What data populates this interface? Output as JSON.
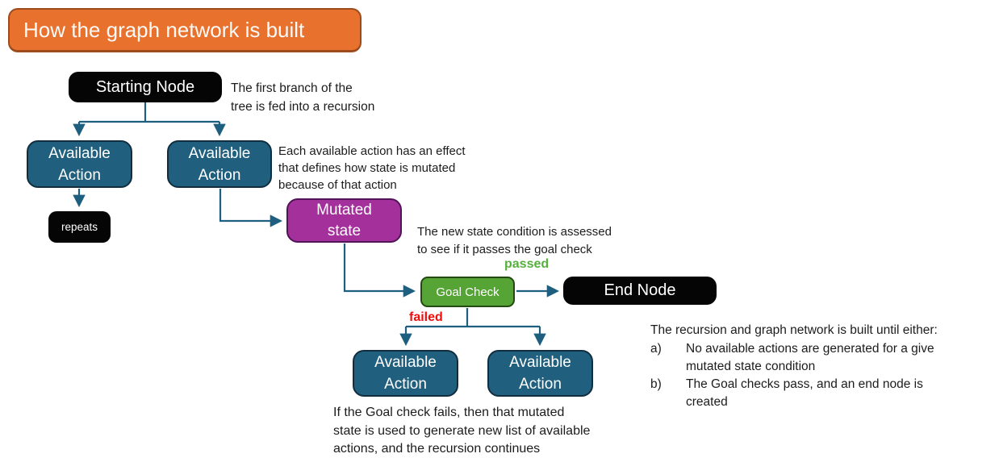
{
  "title": "How the graph network is built",
  "colors": {
    "orange-fill": "#E8722D",
    "orange-border": "#9D4B1D",
    "teal-fill": "#20607E",
    "teal-border": "#102E3F",
    "purple-fill": "#A3309B",
    "purple-border": "#531358",
    "green-fill": "#55A435",
    "green-border": "#234A10",
    "node-black": "#050505",
    "connector": "#1E5F80",
    "passed-green": "#56B03C",
    "failed-red": "#F20D0D",
    "text-dark": "#1C1C1C"
  },
  "nodes": {
    "starting": "Starting Node",
    "available_action": "Available Action",
    "repeats": "repeats",
    "mutated_state": "Mutated state",
    "goal_check": "Goal Check",
    "end": "End Node"
  },
  "edge_labels": {
    "passed": "passed",
    "failed": "failed"
  },
  "annotations": {
    "first_branch": "The first branch of the\ntree is fed into a recursion",
    "effect": "Each available action has an effect\nthat defines how state is mutated\nbecause of that action",
    "assessed": "The new state condition is assessed\nto see if it passes the goal check",
    "fails": "If the Goal check fails, then that mutated\nstate is used to generate new list of available\nactions, and the recursion continues",
    "until": {
      "intro": "The recursion and graph network is built until either:",
      "items": [
        {
          "marker": "a)",
          "text": "No available actions are generated for a give\nmutated state condition"
        },
        {
          "marker": "b)",
          "text": "The Goal checks pass, and an end node is\ncreated"
        }
      ]
    }
  }
}
